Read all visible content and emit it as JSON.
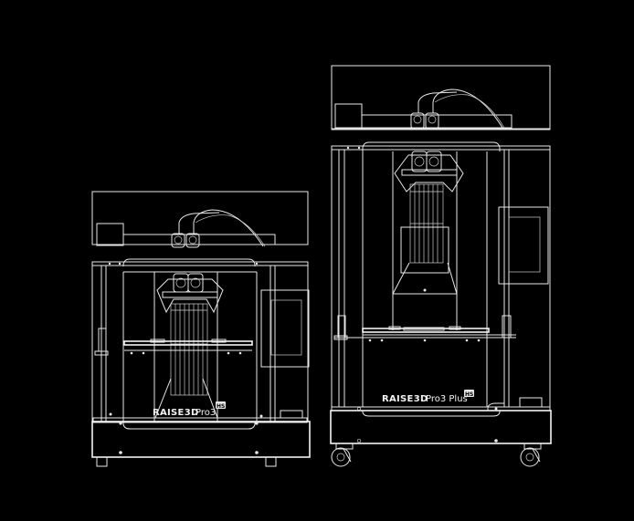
{
  "background": "#000000",
  "line_color": "#e8e8e8",
  "printers": [
    {
      "id": "pro3",
      "brand": "RAISE3D",
      "model": "Pro3",
      "badge": "HS",
      "label_full": "RAISE3D Pro3 HS"
    },
    {
      "id": "pro3-plus",
      "brand": "RAISE3D",
      "model": "Pro3 Plus",
      "badge": "HS",
      "label_full": "RAISE3D Pro3 Plus HS"
    }
  ]
}
